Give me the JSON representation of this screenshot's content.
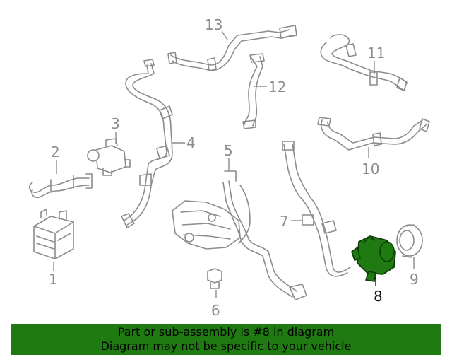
{
  "diagram": {
    "selected_part": "8",
    "callouts": [
      "1",
      "2",
      "3",
      "4",
      "5",
      "6",
      "7",
      "8",
      "9",
      "10",
      "11",
      "12",
      "13"
    ]
  },
  "banner": {
    "line1": "Part or sub-assembly is #8 in diagram",
    "line2": "Diagram may not be specific to your vehicle",
    "background": "#1f7a11"
  },
  "colors": {
    "part_stroke": "#8c8c8c",
    "highlight_fill": "#1f7a11",
    "highlight_stroke": "#0f3d08"
  }
}
